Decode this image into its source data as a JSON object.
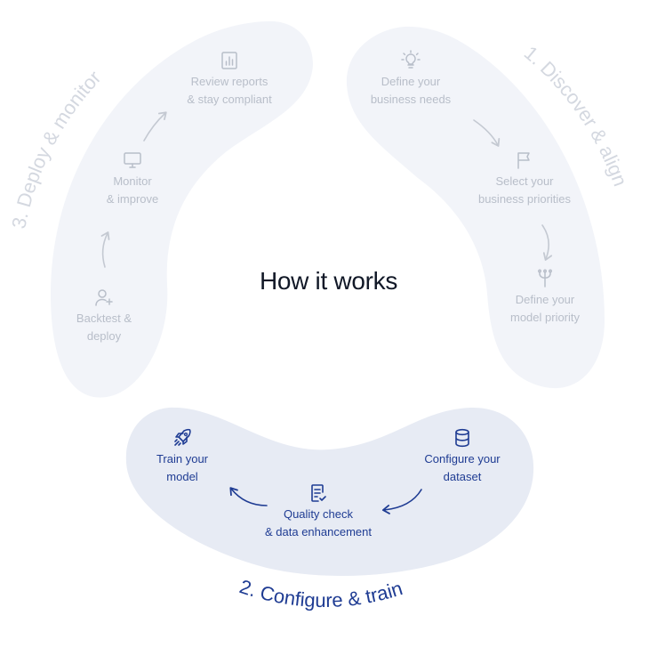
{
  "title": "How it works",
  "colors": {
    "blob_muted": "#f2f4f9",
    "blob_active": "#e7ebf4",
    "text_muted": "#b8bec9",
    "text_active": "#1f3c93",
    "label_muted": "#d4d8e0"
  },
  "phases": [
    {
      "label": "1. Discover & align",
      "active": false
    },
    {
      "label": "2. Configure & train",
      "active": true
    },
    {
      "label": "3. Deploy & monitor",
      "active": false
    }
  ],
  "steps": {
    "define_needs": {
      "line1": "Define your",
      "line2": "business needs",
      "icon": "lightbulb-icon"
    },
    "select_priorities": {
      "line1": "Select your",
      "line2": "business priorities",
      "icon": "flag-icon"
    },
    "define_model_priority": {
      "line1": "Define your",
      "line2": "model priority",
      "icon": "branch-icon"
    },
    "configure_dataset": {
      "line1": "Configure your",
      "line2": "dataset",
      "icon": "database-icon"
    },
    "quality_check": {
      "line1": "Quality check",
      "line2": "& data enhancement",
      "icon": "checklist-icon"
    },
    "train_model": {
      "line1": "Train your",
      "line2": "model",
      "icon": "rocket-icon"
    },
    "backtest": {
      "line1": "Backtest &",
      "line2": "deploy",
      "icon": "user-plus-icon"
    },
    "monitor": {
      "line1": "Monitor",
      "line2": "& improve",
      "icon": "monitor-icon"
    },
    "review": {
      "line1": "Review reports",
      "line2": "& stay compliant",
      "icon": "report-chart-icon"
    }
  }
}
